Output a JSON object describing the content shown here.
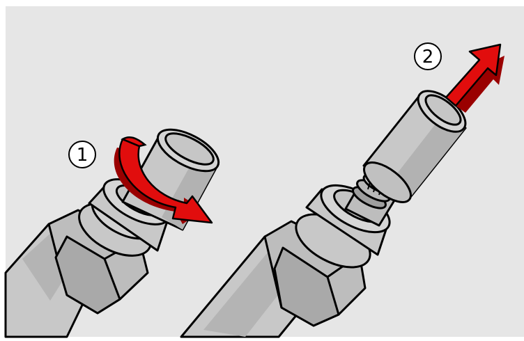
{
  "steps": [
    {
      "number": "1",
      "action": "rotate"
    },
    {
      "number": "2",
      "action": "pull-off"
    }
  ],
  "colors": {
    "background": "#e6e6e6",
    "frame": "#ffffff",
    "probe_body": "#c8c8c8",
    "probe_shade": "#a9a9a9",
    "outline": "#000000",
    "arrow": "#e10d0d",
    "arrow_shadow": "#9a0000"
  },
  "icons": [
    "rotate-arrow-icon",
    "pull-arrow-icon"
  ]
}
